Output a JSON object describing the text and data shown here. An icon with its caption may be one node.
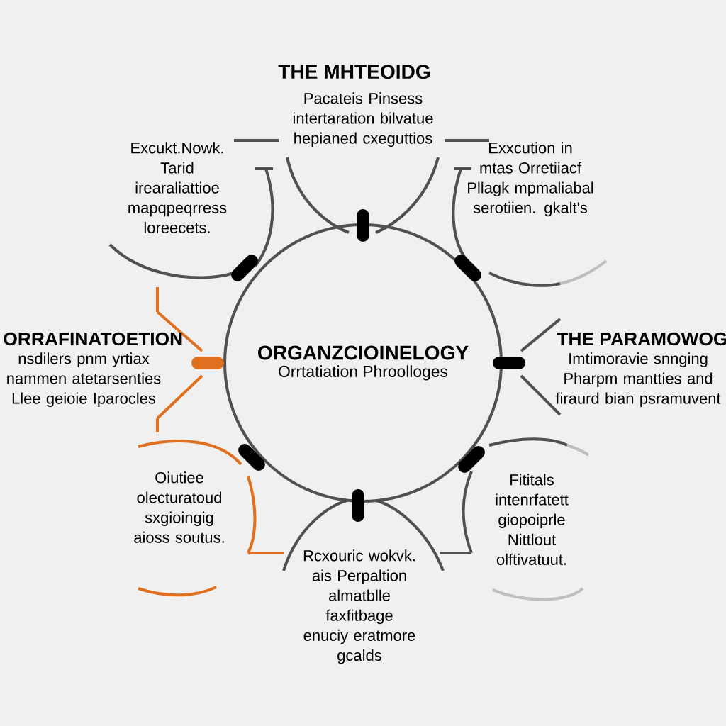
{
  "diagram": {
    "title": "THE MHTEOIDG",
    "nodes": [
      {
        "text": [
          "ORGANZCIOINELOGY",
          "Orrtatiation Phroolloges"
        ]
      }
    ],
    "edges": [],
    "labels": [
      "Pacateis Pinsess intertaration bilvatue hepianed cxeguttios",
      "Excukt.Nowk. Tarid irearaliattioe mapqpeqrress loreecets.",
      "Exxcution in mtas Orretiiacf Pllagk mpmaliabal serotiien. gkalt's",
      "ORRAFINATOETION",
      "nsdilers pnm yrtiax nammen atetarsenties Llee geioie Iparocles",
      "THE PARAMOWOG",
      "Imtimoravie snnging Pharpm mantties and firaurd bian psramuvent",
      "Oiutiee olecturatoud sxgioingig aioss soutus.",
      "Fititals intenrfatett giopoiprle Nittlout olftivatuut.",
      "Rcxouric wokvk. ais Perpaltion almatblle faxfitbage enuciy eratmore gcalds"
    ]
  }
}
